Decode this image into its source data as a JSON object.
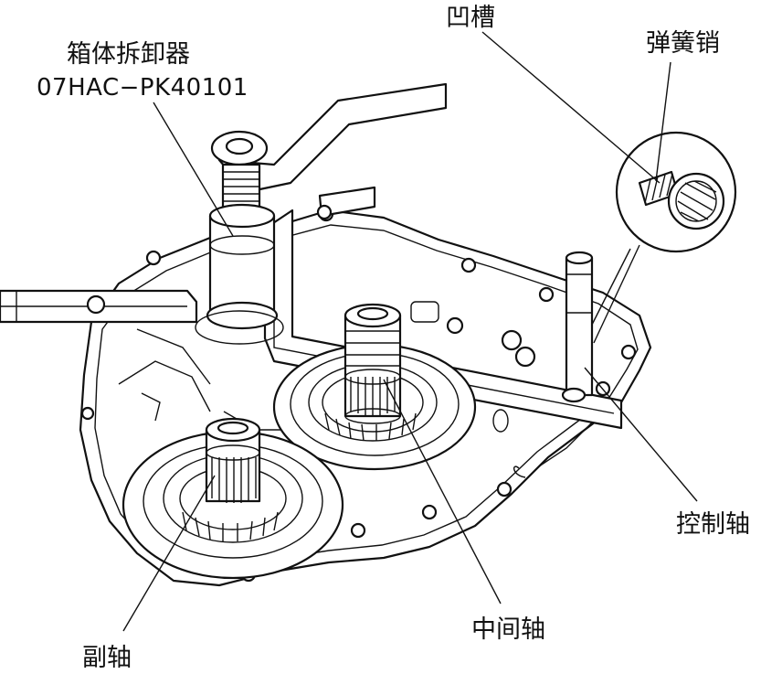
{
  "labels": {
    "case_remover_name": "箱体拆卸器",
    "case_remover_code": "07HAC−PK40101",
    "groove": "凹槽",
    "spring_pin": "弹簧销",
    "control_shaft": "控制轴",
    "countershaft": "中间轴",
    "secondary_shaft": "副轴"
  },
  "colors": {
    "ink": "#111111",
    "background": "#ffffff"
  }
}
